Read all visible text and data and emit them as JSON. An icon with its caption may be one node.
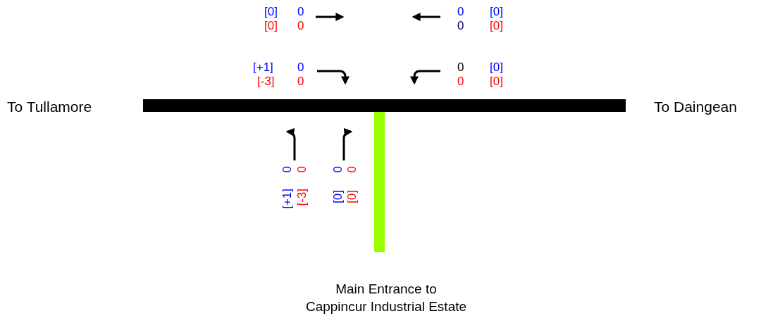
{
  "diagram": {
    "labels": [
      "[0]",
      "0",
      "0",
      "[0]",
      "[0]",
      "0",
      "0",
      "[0]",
      "[+1]",
      "0",
      "0",
      "[0]",
      "[-3]",
      "0",
      "0",
      "[0]",
      "To Tullamore",
      "To Daingean",
      "0",
      "0",
      "0",
      "0",
      "[+1]",
      "[-3]",
      "[0]",
      "[0]",
      "Main Entrance to Cappincur Industrial Estate"
    ]
  }
}
